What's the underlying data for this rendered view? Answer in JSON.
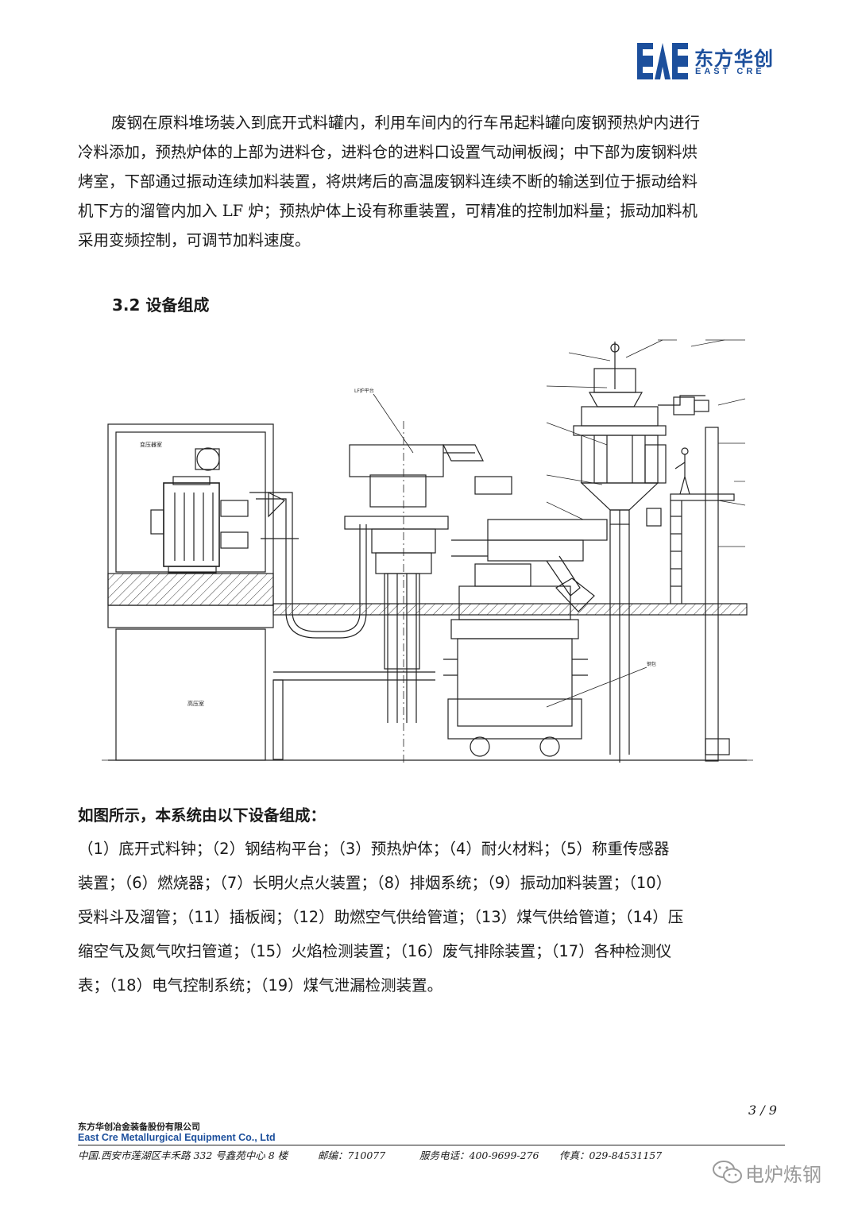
{
  "header": {
    "logo_cn": "东方华创",
    "logo_en": "EAST CRE",
    "brand_color": "#1c4f9c"
  },
  "body": {
    "paragraph1": [
      "废钢在原料堆场装入到底开式料罐内，利用车间内的行车吊起料罐向废钢预热炉内进行",
      "冷料添加，预热炉体的上部为进料仓，进料仓的进料口设置气动闸板阀；中下部为废钢料烘",
      "烤室，下部通过振动连续加料装置，将烘烤后的高温废钢料连续不断的输送到位于振动给料",
      "机下方的溜管内加入 LF 炉；预热炉体上设有称重装置，可精准的控制加料量；振动加料机",
      "采用变频控制，可调节加料速度。"
    ],
    "section_heading": "3.2  设备组成",
    "equipment_intro": "如图所示，本系统由以下设备组成：",
    "equipment_list_lines": [
      "（1）底开式料钟；（2）钢结构平台；（3）预热炉体；（4）耐火材料；（5）称重传感器",
      "装置；（6）燃烧器；（7）长明火点火装置；（8）排烟系统；（9）振动加料装置；（10）",
      "受料斗及溜管；（11）插板阀；（12）助燃空气供给管道；（13）煤气供给管道；（14）压",
      "缩空气及氮气吹扫管道；（15）火焰检测装置；（16）废气排除装置；（17）各种检测仪",
      "表；（18）电气控制系统；（19）煤气泄漏检测装置。"
    ]
  },
  "drawing": {
    "labels": {
      "transformer_room": "变压器室",
      "high_voltage_room": "高压室",
      "lf_label": "LF炉平台",
      "ladle": "钢包"
    }
  },
  "footer": {
    "page_number": "3 / 9",
    "company_cn": "东方华创冶金装备股份有限公司",
    "company_en": "East Cre Metallurgical Equipment Co., Ltd",
    "address": "中国.西安市莲湖区丰禾路 332 号鑫苑中心 8 楼",
    "postcode": "邮编：710077",
    "service_phone": "服务电话：400-9699-276",
    "fax": "传真：029-84531157"
  },
  "watermark": {
    "text": "电炉炼钢",
    "icon": "wechat-icon"
  }
}
